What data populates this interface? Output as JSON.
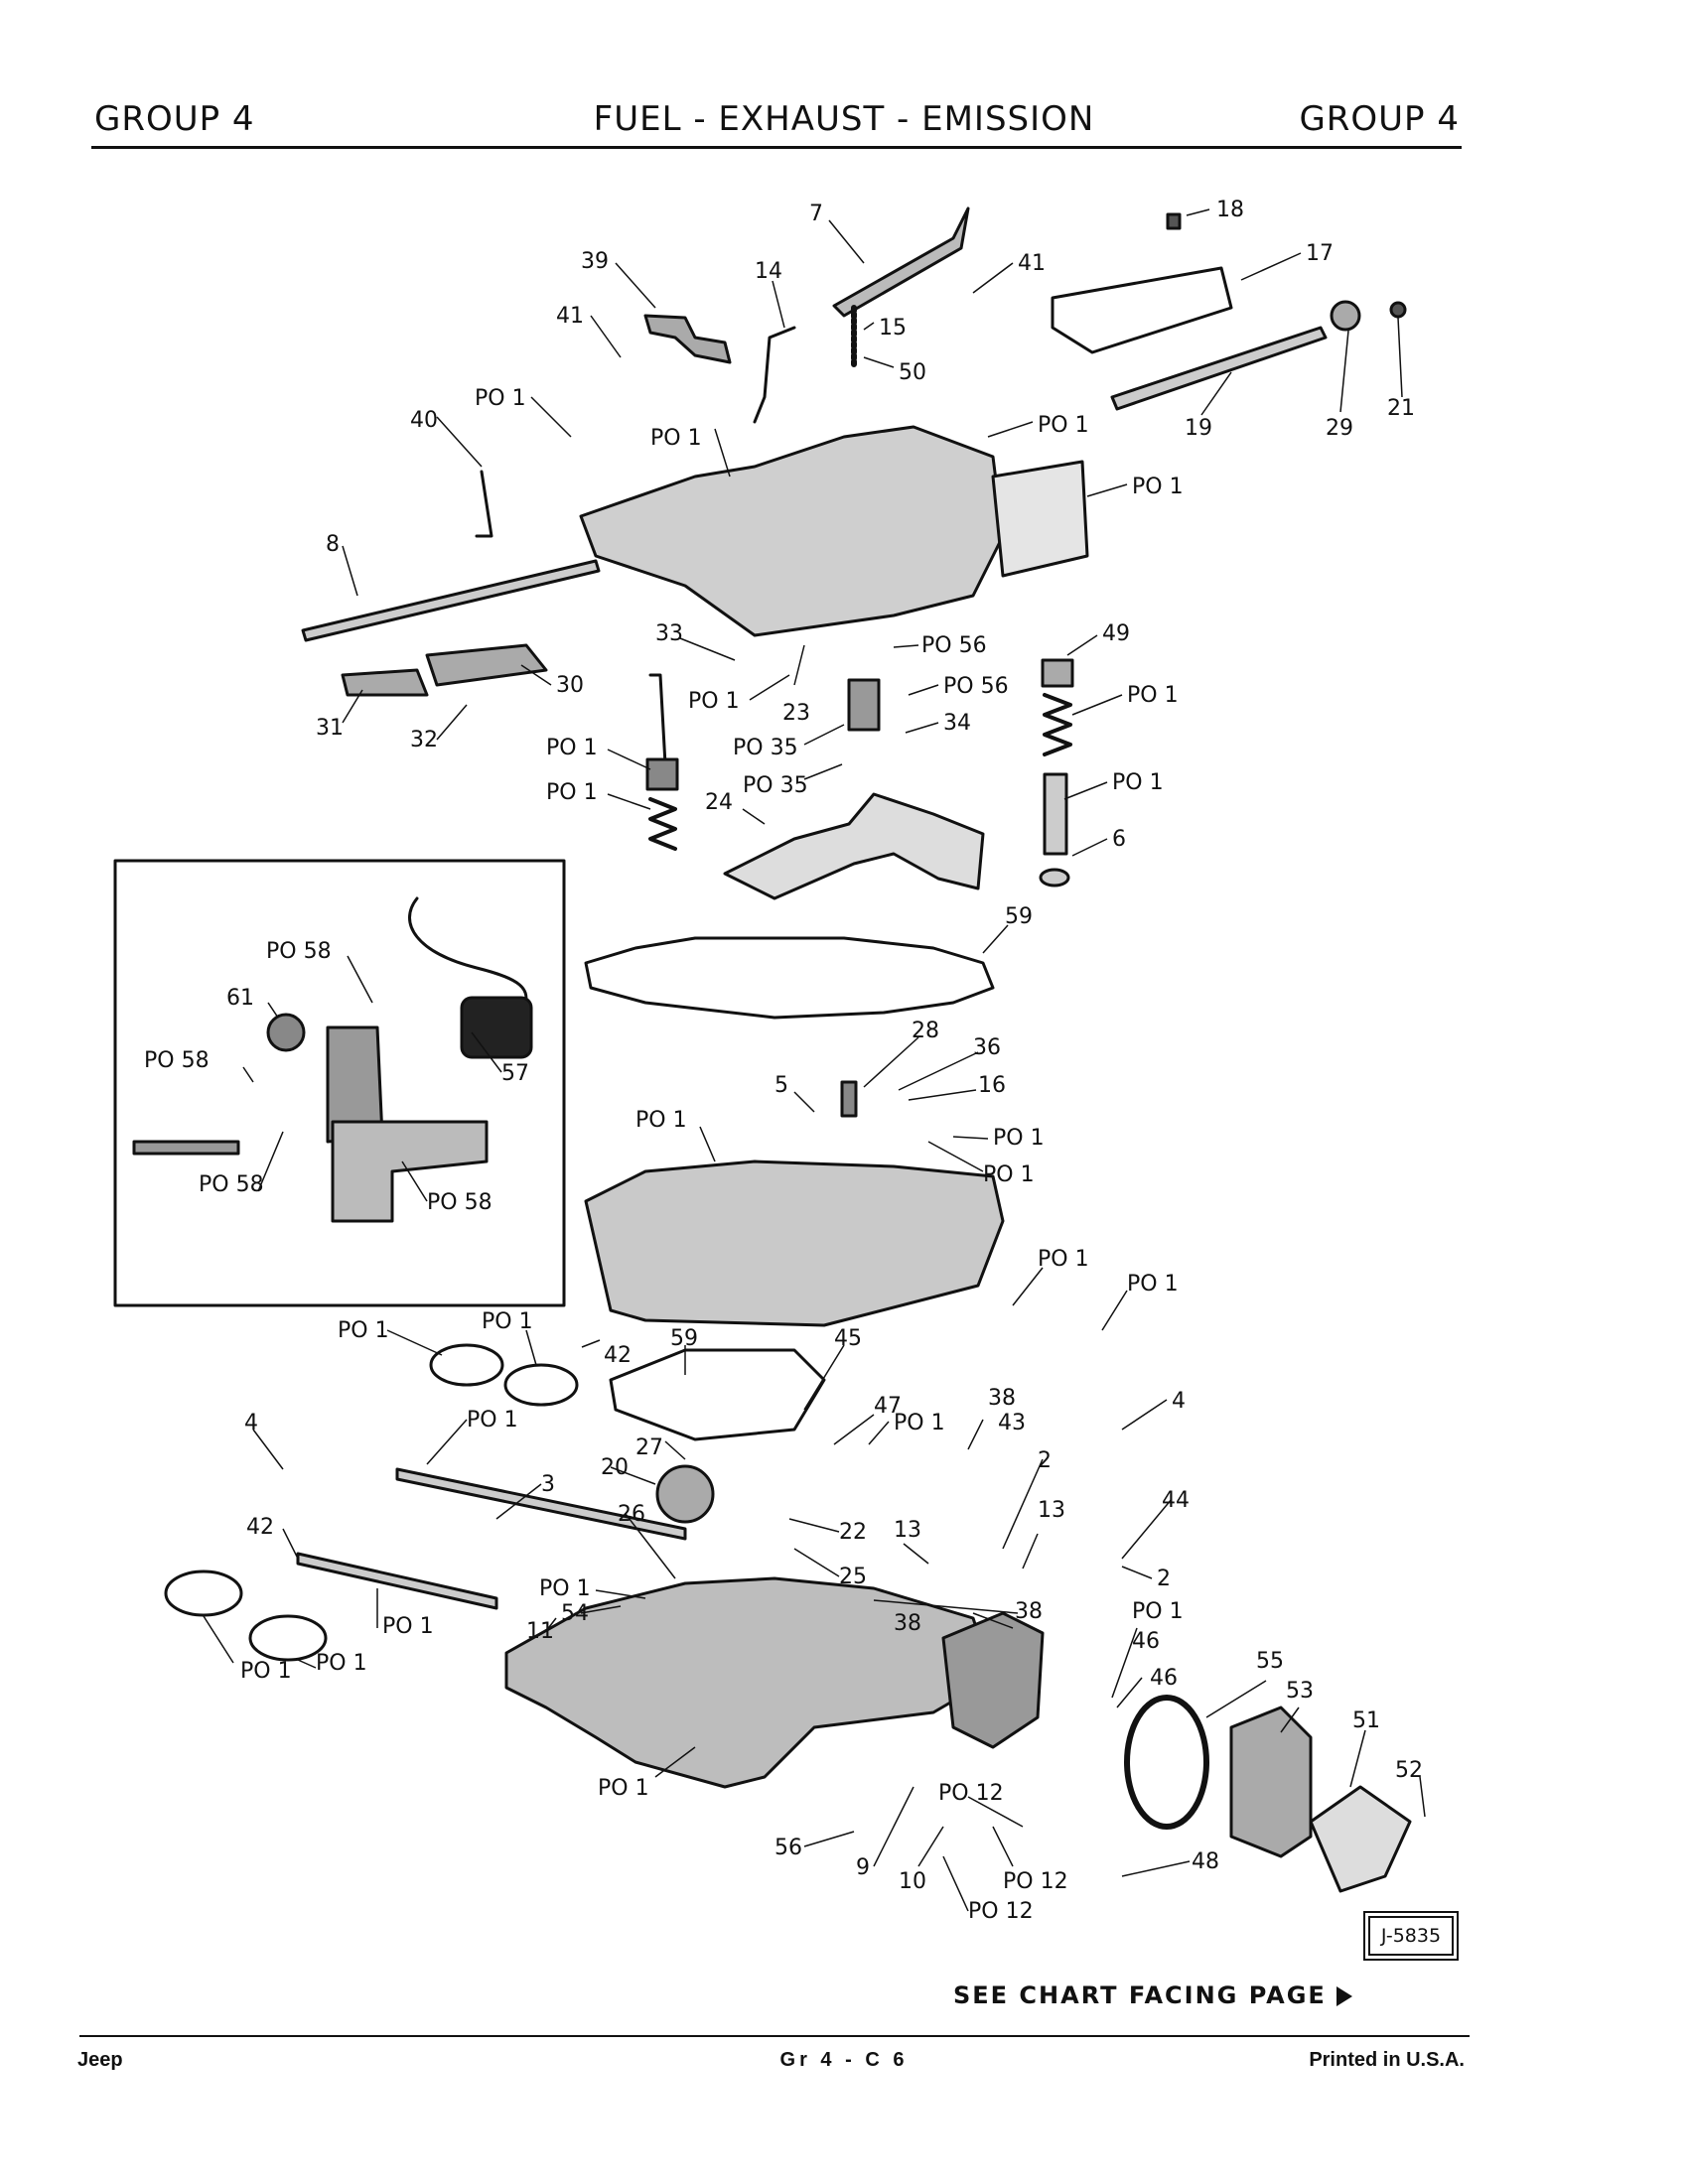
{
  "header": {
    "left": "GROUP 4",
    "center": "FUEL - EXHAUST - EMISSION",
    "right": "GROUP 4"
  },
  "callouts": {
    "c_7": "7",
    "c_18": "18",
    "c_17": "17",
    "c_39": "39",
    "c_14": "14",
    "c_41a": "41",
    "c_41b": "41",
    "c_15": "15",
    "c_50": "50",
    "c_29": "29",
    "c_21": "21",
    "c_19": "19",
    "c_40": "40",
    "c_po1_a": "PO 1",
    "c_po1_b": "PO 1",
    "c_po1_c": "PO 1",
    "c_po1_d": "PO 1",
    "c_8": "8",
    "c_33": "33",
    "c_po56_a": "PO 56",
    "c_po56_b": "PO 56",
    "c_49": "49",
    "c_po1_e": "PO 1",
    "c_23": "23",
    "c_34": "34",
    "c_po1_f": "PO 1",
    "c_31": "31",
    "c_32": "32",
    "c_30": "30",
    "c_po35_a": "PO 35",
    "c_po35_b": "PO 35",
    "c_po1_g": "PO 1",
    "c_po1_h": "PO 1",
    "c_po1_i": "PO 1",
    "c_24": "24",
    "c_6": "6",
    "c_59a": "59",
    "c_po58_a": "PO 58",
    "c_61": "61",
    "c_po58_b": "PO 58",
    "c_57": "57",
    "c_po58_c": "PO 58",
    "c_po58_d": "PO 58",
    "c_28": "28",
    "c_36": "36",
    "c_16": "16",
    "c_5": "5",
    "c_po1_j": "PO 1",
    "c_po1_k": "PO 1",
    "c_po1_l": "PO 1",
    "c_po1_m": "PO 1",
    "c_po1_n": "PO 1",
    "c_po1_o": "PO 1",
    "c_po1_p": "PO 1",
    "c_42a": "42",
    "c_59b": "59",
    "c_45": "45",
    "c_4a": "4",
    "c_po1_q": "PO 1",
    "c_47": "47",
    "c_po1_r": "PO 1",
    "c_38a": "38",
    "c_43": "43",
    "c_4b": "4",
    "c_27": "27",
    "c_3": "3",
    "c_20": "20",
    "c_2a": "2",
    "c_44": "44",
    "c_42b": "42",
    "c_26": "26",
    "c_22": "22",
    "c_13a": "13",
    "c_13b": "13",
    "c_25": "25",
    "c_2b": "2",
    "c_po1_s": "PO 1",
    "c_54": "54",
    "c_po1_t": "PO 1",
    "c_38b": "38",
    "c_38c": "38",
    "c_11": "11",
    "c_po1_u": "PO 1",
    "c_46a": "46",
    "c_55": "55",
    "c_po1_v": "PO 1",
    "c_po1_w": "PO 1",
    "c_46b": "46",
    "c_53": "53",
    "c_51": "51",
    "c_52": "52",
    "c_po1_x": "PO 1",
    "c_po12_a": "PO 12",
    "c_56": "56",
    "c_9": "9",
    "c_10": "10",
    "c_po12_b": "PO 12",
    "c_po12_c": "PO 12",
    "c_48": "48"
  },
  "figure_id": "J-5835",
  "see_chart": "SEE CHART FACING PAGE",
  "footer": {
    "left": "Jeep",
    "center": "Gr 4 - C 6",
    "right": "Printed in U.S.A."
  }
}
